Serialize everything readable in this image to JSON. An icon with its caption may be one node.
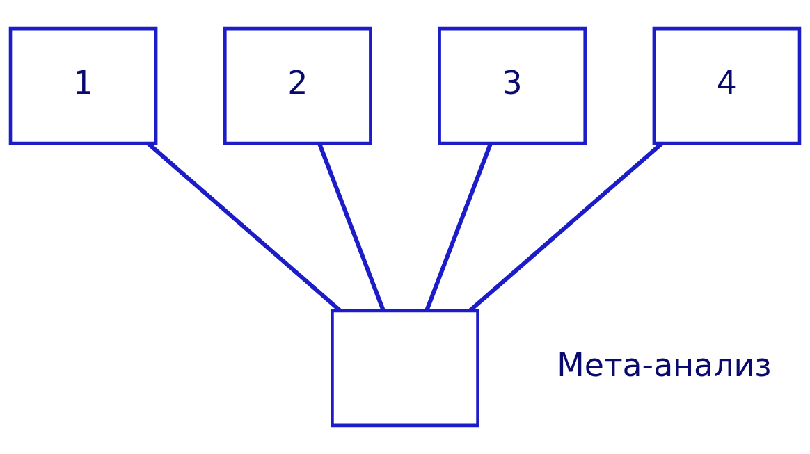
{
  "diagram": {
    "nodes": [
      {
        "text": [
          "1"
        ]
      },
      {
        "text": [
          "2"
        ]
      },
      {
        "text": [
          "3"
        ]
      },
      {
        "text": [
          "4"
        ]
      },
      {
        "text": [],
        "shape": "box",
        "beside": [
          "Мета-анализ"
        ]
      }
    ],
    "edges": [
      {
        "from": 0,
        "to": 4,
        "arrow": "none"
      },
      {
        "from": 1,
        "to": 4,
        "arrow": "none"
      },
      {
        "from": 2,
        "to": 4,
        "arrow": "none"
      },
      {
        "from": 3,
        "to": 4,
        "arrow": "none"
      }
    ]
  }
}
